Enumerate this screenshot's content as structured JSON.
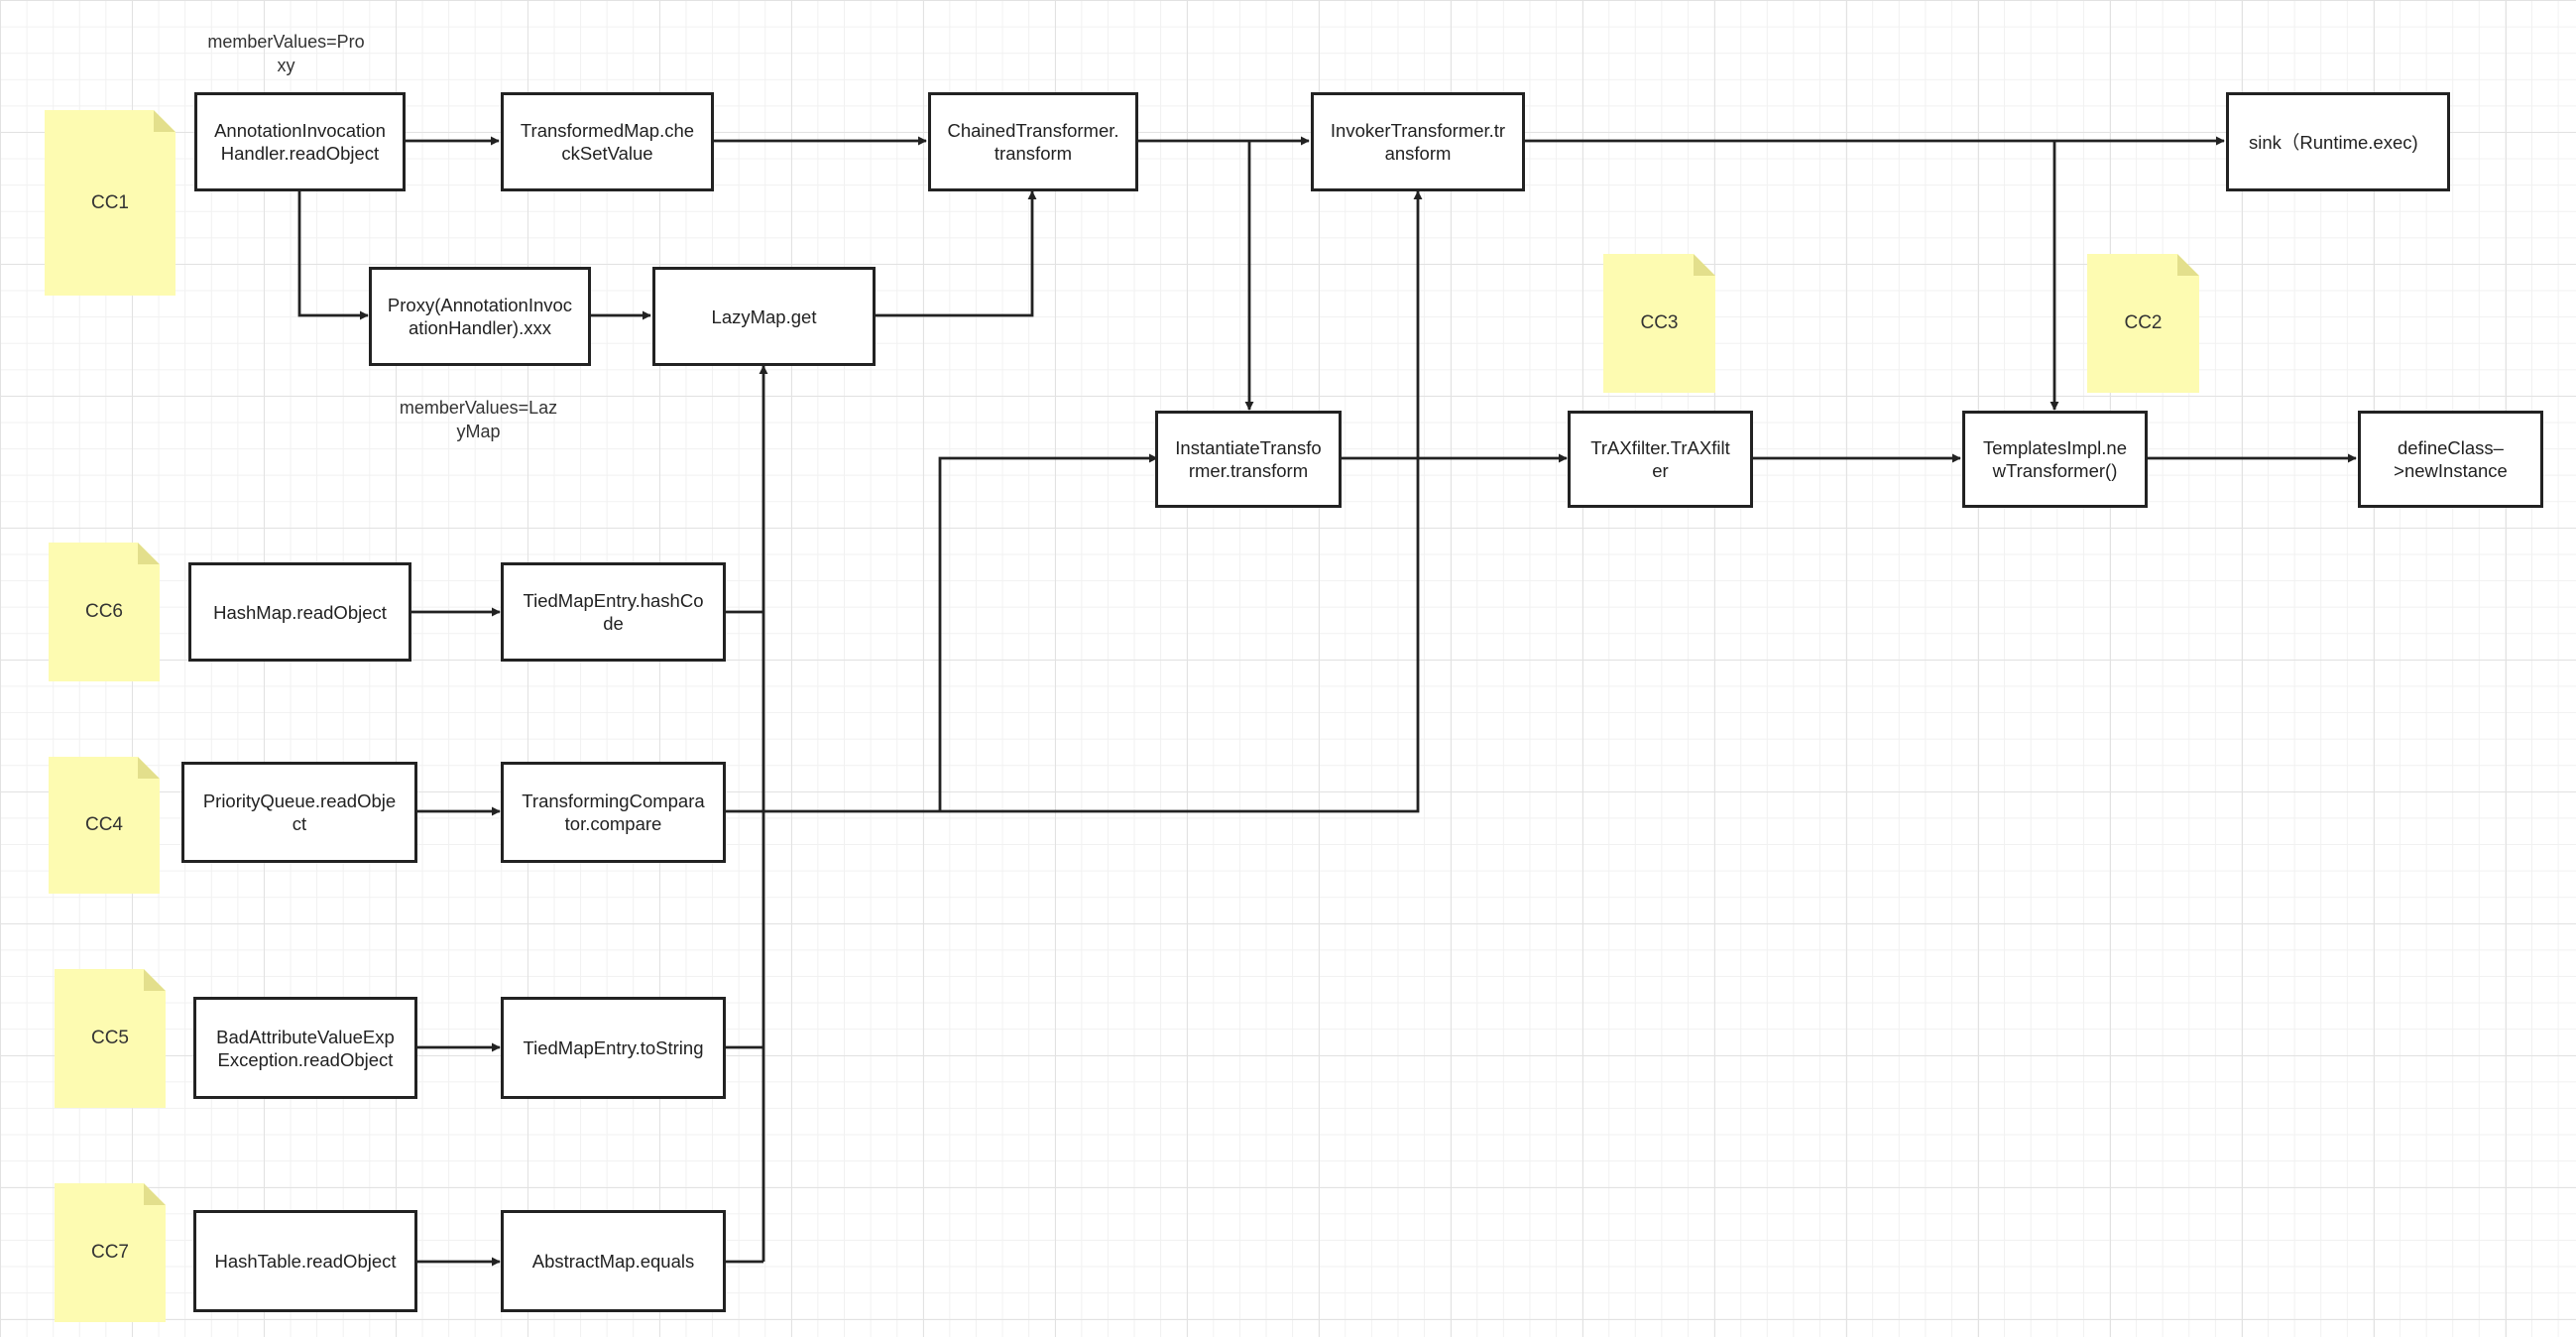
{
  "nodes": {
    "annotation_readobject": "AnnotationInvocation\nHandler.readObject",
    "transformedmap_checksetvalue": "TransformedMap.che\nckSetValue",
    "chained_transform": "ChainedTransformer.\ntransform",
    "invoker_transform": "InvokerTransformer.tr\nansform",
    "sink": "sink（Runtime.exec)",
    "proxy": "Proxy(AnnotationInvoc\nationHandler).xxx",
    "lazymap_get": "LazyMap.get",
    "instantiate_transform": "InstantiateTransfo\nrmer.transform",
    "traxfilter": "TrAXfilter.TrAXfilt\ner",
    "templatesimpl_newtransformer": "TemplatesImpl.ne\nwTransformer()",
    "defineclass": "defineClass–\n>newInstance",
    "hashmap_readobject": "HashMap.readObject",
    "tiedmapentry_hashcode": "TiedMapEntry.hashCo\nde",
    "priorityqueue_readobject": "PriorityQueue.readObje\nct",
    "transformingcomparator_compare": "TransformingCompara\ntor.compare",
    "badattribute_readobject": "BadAttributeValueExp\nException.readObject",
    "tiedmapentry_tostring": "TiedMapEntry.toString",
    "hashtable_readobject": "HashTable.readObject",
    "abstractmap_equals": "AbstractMap.equals"
  },
  "notes": {
    "cc1": "CC1",
    "cc2": "CC2",
    "cc3": "CC3",
    "cc4": "CC4",
    "cc5": "CC5",
    "cc6": "CC6",
    "cc7": "CC7"
  },
  "labels": {
    "member_values_proxy": "memberValues=Pro\nxy",
    "member_values_lazymap": "memberValues=Laz\nyMap"
  },
  "colors": {
    "note_fill": "#fdfbb1",
    "note_fold": "#e3df8c",
    "line": "#222222",
    "grid": "#e2e2e2"
  }
}
